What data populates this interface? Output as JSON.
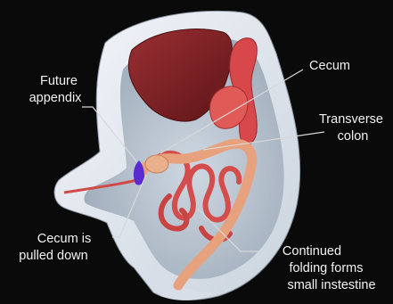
{
  "labels": {
    "future_appendix": [
      "Future",
      "appendix"
    ],
    "cecum": "Cecum",
    "transverse_colon": [
      "Transverse",
      "colon"
    ],
    "cecum_pulled_down": [
      "Cecum is",
      "pulled down"
    ],
    "continued_folding": [
      "Continued",
      "folding forms",
      "small instestine"
    ]
  },
  "colors": {
    "background": "#0a0a0a",
    "body_wall": "#e6eaf0",
    "cavity": "#bcc7d3",
    "liver": "#7c1f22",
    "artery": "#d8484a",
    "colon": "#e7a27d",
    "small_intestine": "#d24d4c",
    "appendix": "#5a2bd0",
    "leader_line": "#d8d8d8"
  }
}
